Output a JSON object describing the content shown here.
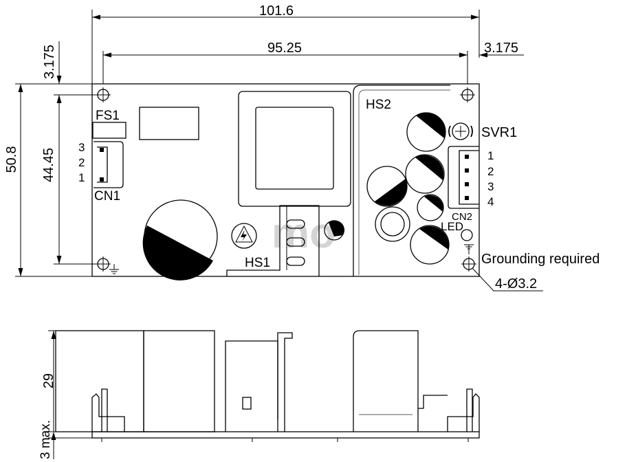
{
  "dimensions": {
    "overall_width": "101.6",
    "hole_spacing_x": "95.25",
    "edge_offset_right": "3.175",
    "edge_offset_left": "3.175",
    "overall_height": "50.8",
    "hole_spacing_y": "44.45",
    "height": "29",
    "clearance": "3 max."
  },
  "components": {
    "fs1": "FS1",
    "cn1": "CN1",
    "cn1_pins": [
      "3",
      "2",
      "1"
    ],
    "hs1": "HS1",
    "hs2": "HS2",
    "svr1": "SVR1",
    "cn2": "CN2",
    "cn2_pins": [
      "1",
      "2",
      "3",
      "4"
    ],
    "led": "LED"
  },
  "notes": {
    "grounding": "Grounding required",
    "holes": "4-Ø3.2"
  },
  "watermark": "mo"
}
